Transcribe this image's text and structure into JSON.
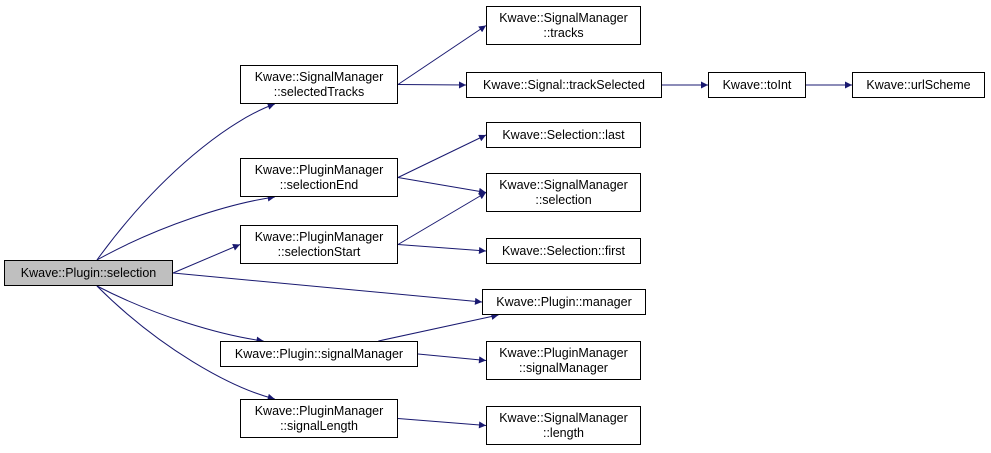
{
  "colors": {
    "edge": "#191970",
    "root_fill": "#bfbfbf",
    "node_fill": "#ffffff",
    "border": "#000000"
  },
  "nodes": {
    "selection": {
      "lines": [
        "Kwave::Plugin::selection"
      ]
    },
    "selected_tracks": {
      "lines": [
        "Kwave::SignalManager",
        "::selectedTracks"
      ]
    },
    "pm_selection_end": {
      "lines": [
        "Kwave::PluginManager",
        "::selectionEnd"
      ]
    },
    "pm_selection_start": {
      "lines": [
        "Kwave::PluginManager",
        "::selectionStart"
      ]
    },
    "plugin_signal_manager": {
      "lines": [
        "Kwave::Plugin::signalManager"
      ]
    },
    "pm_signal_length": {
      "lines": [
        "Kwave::PluginManager",
        "::signalLength"
      ]
    },
    "sm_tracks": {
      "lines": [
        "Kwave::SignalManager",
        "::tracks"
      ]
    },
    "track_selected": {
      "lines": [
        "Kwave::Signal::trackSelected"
      ]
    },
    "to_int": {
      "lines": [
        "Kwave::toInt"
      ]
    },
    "url_scheme": {
      "lines": [
        "Kwave::urlScheme"
      ]
    },
    "selection_last": {
      "lines": [
        "Kwave::Selection::last"
      ]
    },
    "sm_selection": {
      "lines": [
        "Kwave::SignalManager",
        "::selection"
      ]
    },
    "selection_first": {
      "lines": [
        "Kwave::Selection::first"
      ]
    },
    "plugin_manager": {
      "lines": [
        "Kwave::Plugin::manager"
      ]
    },
    "pm_signal_manager": {
      "lines": [
        "Kwave::PluginManager",
        "::signalManager"
      ]
    },
    "sm_length": {
      "lines": [
        "Kwave::SignalManager",
        "::length"
      ]
    }
  },
  "edges": [
    [
      "selection",
      "selected_tracks"
    ],
    [
      "selection",
      "pm_selection_end"
    ],
    [
      "selection",
      "pm_selection_start"
    ],
    [
      "selection",
      "plugin_manager"
    ],
    [
      "selection",
      "plugin_signal_manager"
    ],
    [
      "selection",
      "pm_signal_length"
    ],
    [
      "selected_tracks",
      "sm_tracks"
    ],
    [
      "selected_tracks",
      "track_selected"
    ],
    [
      "track_selected",
      "to_int"
    ],
    [
      "to_int",
      "url_scheme"
    ],
    [
      "pm_selection_end",
      "selection_last"
    ],
    [
      "pm_selection_end",
      "sm_selection"
    ],
    [
      "pm_selection_start",
      "sm_selection"
    ],
    [
      "pm_selection_start",
      "selection_first"
    ],
    [
      "plugin_signal_manager",
      "plugin_manager"
    ],
    [
      "plugin_signal_manager",
      "pm_signal_manager"
    ],
    [
      "pm_signal_length",
      "sm_length"
    ]
  ]
}
